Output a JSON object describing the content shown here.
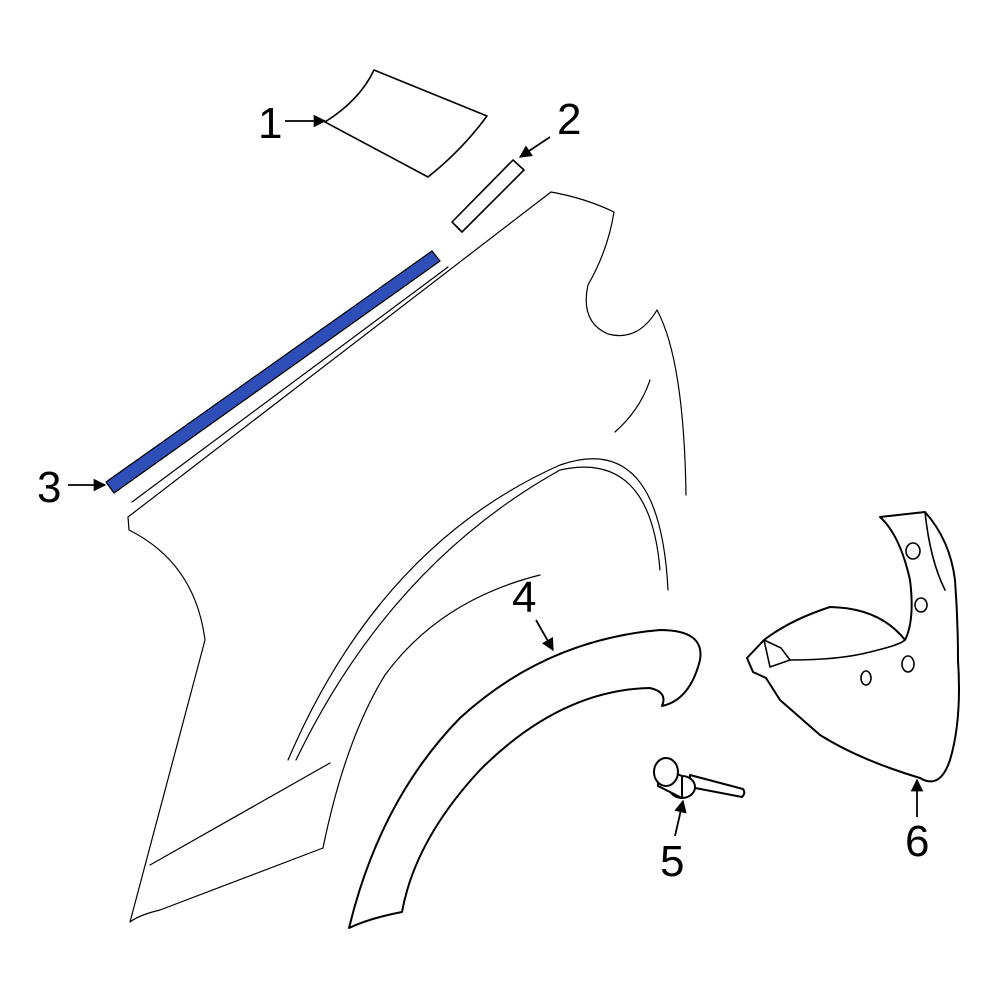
{
  "highlight_color": "#2e4fb8",
  "callouts": [
    {
      "number": "1",
      "part": "window-glass"
    },
    {
      "number": "2",
      "part": "small-molding"
    },
    {
      "number": "3",
      "part": "highlighted-molding-strip"
    },
    {
      "number": "4",
      "part": "wheel-arch-molding"
    },
    {
      "number": "5",
      "part": "push-pin-clip"
    },
    {
      "number": "6",
      "part": "mud-flap"
    }
  ]
}
